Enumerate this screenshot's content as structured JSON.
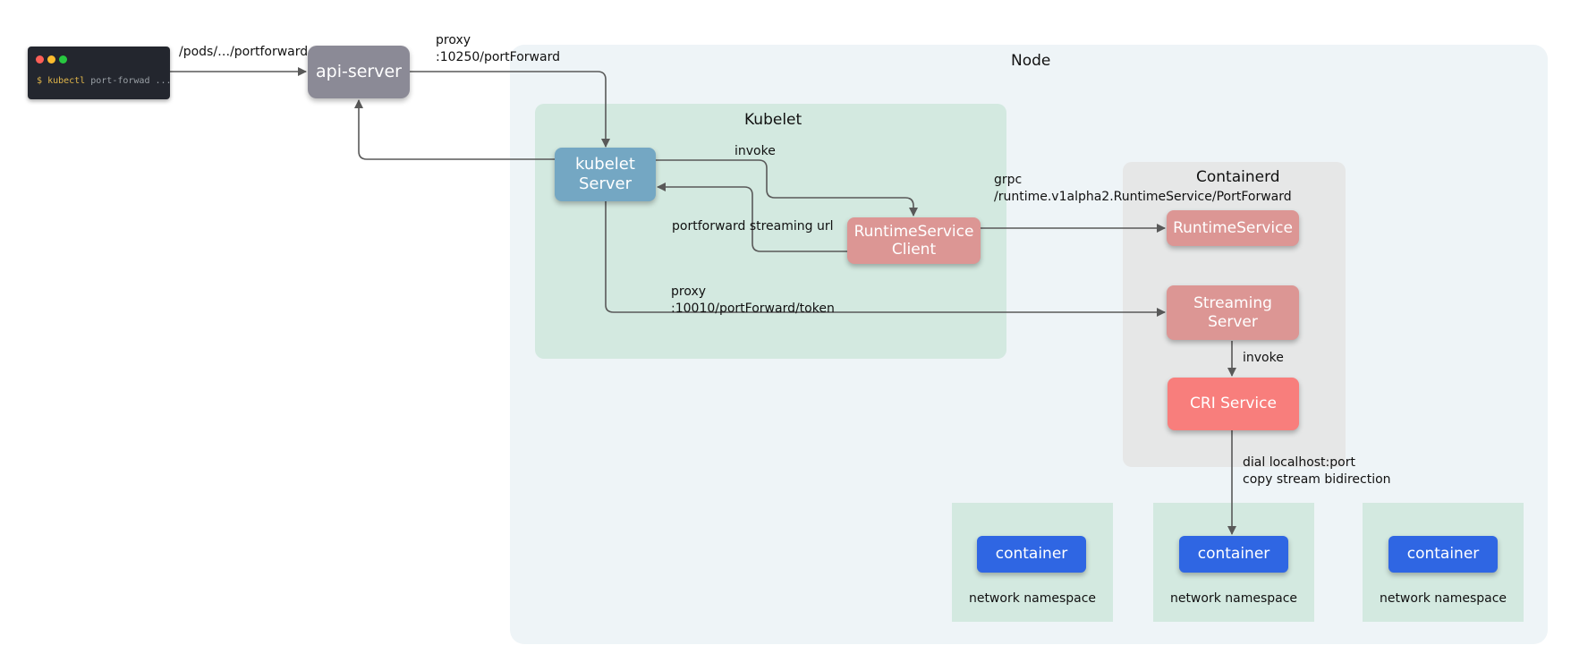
{
  "terminal": {
    "prompt": "$",
    "command": "kubectl",
    "args": "port-forwad ...",
    "dot_colors": [
      "#ff5f57",
      "#febc2e",
      "#28c840"
    ]
  },
  "regions": {
    "node": "Node",
    "kubelet": "Kubelet",
    "containerd": "Containerd"
  },
  "boxes": {
    "api_server": "api-server",
    "kubelet_server": [
      "kubelet",
      "Server"
    ],
    "runtime_client": [
      "RuntimeService",
      "Client"
    ],
    "runtime_service": "RuntimeService",
    "streaming_server": [
      "Streaming",
      "Server"
    ],
    "cri_service": "CRI Service"
  },
  "edge_labels": {
    "pods_portforward": "/pods/…/portforward",
    "proxy_10250": [
      "proxy",
      ":10250/portForward"
    ],
    "invoke_top": "invoke",
    "portforward_streaming_url": "portforward streaming url",
    "grpc": [
      "grpc",
      "/runtime.v1alpha2.RuntimeService/PortForward"
    ],
    "proxy_10010": [
      "proxy",
      ":10010/portForward/token"
    ],
    "invoke_cri": "invoke",
    "dial": [
      "dial localhost:port",
      "copy stream bidirection"
    ]
  },
  "namespaces": [
    {
      "container": "container",
      "label": "network namespace"
    },
    {
      "container": "container",
      "label": "network namespace"
    },
    {
      "container": "container",
      "label": "network namespace"
    }
  ],
  "colors": {
    "node_bg": "#eef4f7",
    "kubelet_bg": "#d3e9e0",
    "containerd_bg": "#e6e7e7",
    "api_server": "#8b8a96",
    "kubelet_server": "#74a7c3",
    "runtime_pink": "#dc9694",
    "cri_service": "#f87e7c",
    "container": "#2f66e3",
    "namespace_bg": "#d3e9e0",
    "arrow": "#595959"
  }
}
